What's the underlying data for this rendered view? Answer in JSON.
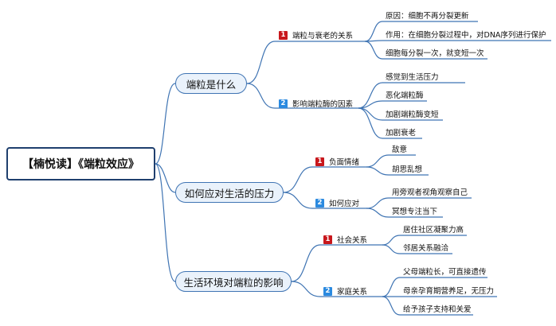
{
  "root": {
    "label": "【楠悦读】《端粒效应》"
  },
  "branches": [
    {
      "label": "端粒是什么",
      "subs": [
        {
          "num": "1",
          "color": "#c8171c",
          "label": "端粒与衰老的关系",
          "leaves": [
            "原因：细胞不再分裂更新",
            "作用：在细胞分裂过程中，对DNA序列进行保护",
            "细胞每分裂一次，就变短一次"
          ]
        },
        {
          "num": "2",
          "color": "#2b8ae0",
          "label": "影响端粒酶的因素",
          "leaves": [
            "感觉到生活压力",
            "恶化端粒酶",
            "加剧端粒酶变短",
            "加剧衰老"
          ]
        }
      ]
    },
    {
      "label": "如何应对生活的压力",
      "subs": [
        {
          "num": "1",
          "color": "#c8171c",
          "label": "负面情绪",
          "leaves": [
            "敌意",
            "胡思乱想"
          ]
        },
        {
          "num": "2",
          "color": "#2b8ae0",
          "label": "如何应对",
          "leaves": [
            "用旁观者视角观察自己",
            "冥想专注当下"
          ]
        }
      ]
    },
    {
      "label": "生活环境对端粒的影响",
      "subs": [
        {
          "num": "1",
          "color": "#c8171c",
          "label": "社会关系",
          "leaves": [
            "居住社区凝聚力高",
            "邻居关系融洽"
          ]
        },
        {
          "num": "2",
          "color": "#2b8ae0",
          "label": "家庭关系",
          "leaves": [
            "父母端粒长，可直接遗传",
            "母亲孕育期营养足，无压力",
            "给予孩子支持和关爱"
          ]
        }
      ]
    }
  ],
  "colors": {
    "line": "#3f74b3",
    "root_border": "#1f3f6e",
    "main_fill": "#eaf2fb"
  }
}
